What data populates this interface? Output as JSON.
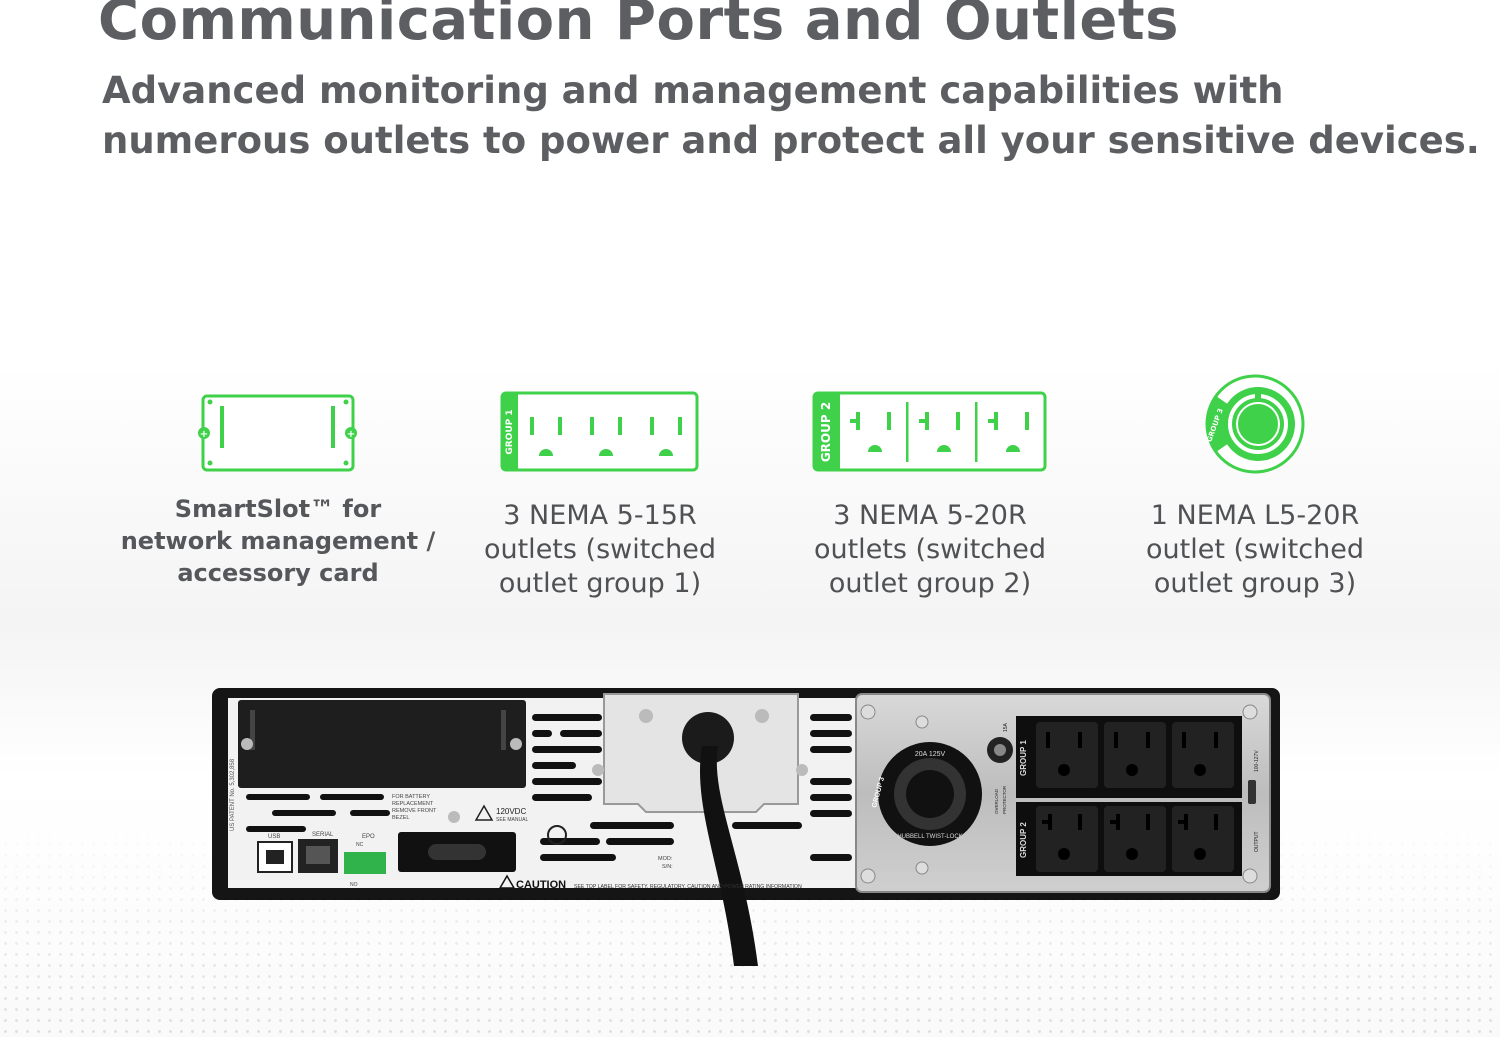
{
  "header": {
    "title": "Communication Ports and Outlets",
    "subtitle_line1": "Advanced monitoring and management capabilities with",
    "subtitle_line2": "numerous outlets to power and protect all your sensitive devices."
  },
  "features": [
    {
      "icon": "smartslot-card-icon",
      "lines": [
        "SmartSlot™ for",
        "network management /",
        "accessory card"
      ]
    },
    {
      "icon": "nema-5-15r-outlet-icon",
      "badge": "GROUP 1",
      "lines": [
        "3 NEMA 5-15R",
        "outlets (switched",
        "outlet group 1)"
      ]
    },
    {
      "icon": "nema-5-20r-outlet-icon",
      "badge": "GROUP 2",
      "lines": [
        "3 NEMA 5-20R",
        "outlets (switched",
        "outlet group 2)"
      ]
    },
    {
      "icon": "nema-l5-20r-twistlock-icon",
      "badge": "GROUP 3",
      "lines": [
        "1 NEMA L5-20R",
        "outlet (switched",
        "outlet group 3)"
      ]
    }
  ],
  "device_labels": {
    "patent": "US PATENT No. 5,302,858",
    "usb": "USB",
    "serial": "SERIAL",
    "epo": "EPO",
    "nc": "NC",
    "no": "NO",
    "battery_note": [
      "FOR BATTERY",
      "REPLACEMENT",
      "REMOVE FRONT",
      "BEZEL"
    ],
    "dc_voltage": "120VDC",
    "see_manual": "SEE MANUAL",
    "mod": "MOD:",
    "sn": "S/N:",
    "caution": "CAUTION",
    "caution_note": "SEE TOP LABEL FOR SAFETY, REGULATORY, CAUTION AND POWER RATING INFORMATION",
    "twistlock_rating": "20A 125V",
    "twistlock_brand": "HUBBELL TWIST-LOCK",
    "group1": "GROUP 1",
    "group2": "GROUP 2",
    "group3": "GROUP 3",
    "breaker_rating": "15A",
    "overload": "OVERLOAD",
    "protector": "PROTECTOR",
    "voltage_range": "100-127V",
    "output": "OUTPUT"
  },
  "colors": {
    "accent_green": "#3fd14a",
    "text_gray": "#5c5e61",
    "device_black": "#1b1b1b",
    "panel_silver": "#c9c9c9"
  }
}
